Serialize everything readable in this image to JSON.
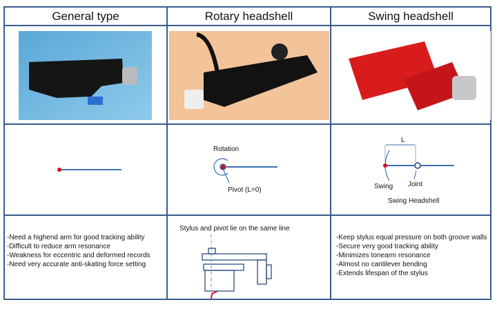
{
  "headers": [
    "General type",
    "Rotary headshell",
    "Swing headshell"
  ],
  "diagrams": {
    "rotary": {
      "rotation": "Rotation",
      "pivot": "Pivot (L=0)"
    },
    "swing": {
      "length": "L",
      "swing": "Swing",
      "joint": "Joint",
      "caption": "Swing Headshell"
    }
  },
  "general_points": [
    "-Need a highend arm for good tracking ability",
    "-Difficult to reduce arm resonance",
    "-Weakness for eccentric and deformed records",
    "-Need very accurate anti-skating force setting"
  ],
  "rotary_caption": "Stylus and pivot lie on the same line",
  "swing_points": [
    "-Keep stylus equal pressure on both groove walls",
    "-Secure very good tracking ability",
    "-Minimizes tonearm resonance",
    "-Almost no cantilever bending",
    "-Extends lifespan of the stylus"
  ],
  "colors": {
    "border": "#3a5a8c",
    "line": "#3b6fb6",
    "stylus": "#cc1122"
  }
}
